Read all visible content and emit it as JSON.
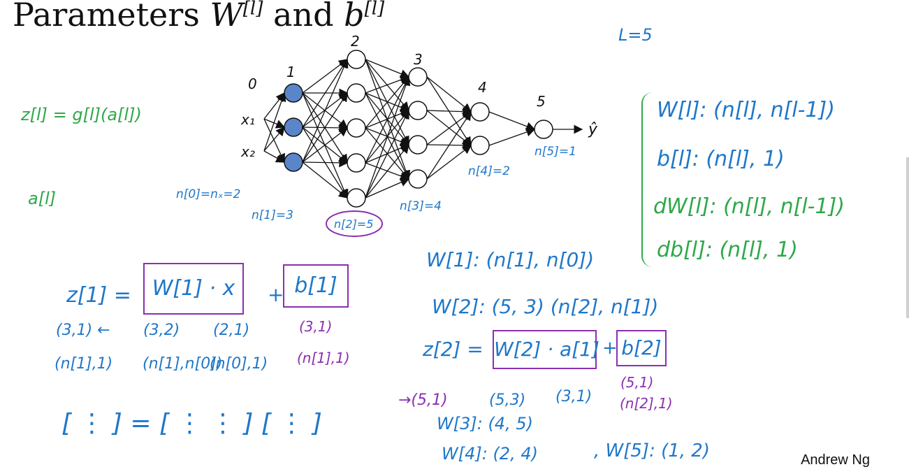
{
  "title": {
    "text": "Parameters",
    "w": "W",
    "sup": "[l]",
    "and": "and",
    "b": "b"
  },
  "author": "Andrew Ng",
  "network": {
    "layer_labels": [
      "0",
      "1",
      "2",
      "3",
      "4",
      "5"
    ],
    "inputs": [
      "x₁",
      "x₂"
    ],
    "output": "ŷ",
    "notes": [
      "n[0]=nₓ=2",
      "n[1]=3",
      "n[2]=5",
      "n[3]=4",
      "n[4]=2",
      "n[5]=1"
    ]
  },
  "top_right": "L=5",
  "left_notes": [
    "z[l] = g[l](a[l])",
    "a[l]"
  ],
  "dims": [
    "W[l]: (n[l], n[l-1])",
    "b[l]: (n[l], 1)",
    "dW[l]: (n[l], n[l-1])",
    "db[l]: (n[l], 1)"
  ],
  "eq1": {
    "lhs": "z[1] =",
    "term1": "W[1] · x",
    "plus": "+",
    "term2": "b[1]",
    "shapes": [
      "(3,1) ←",
      "(3,2)",
      "(2,1)",
      "(3,1)"
    ],
    "dims": [
      "(n[1],1)",
      "(n[1],n[0])",
      "(n[0],1)",
      "(n[1],1)"
    ],
    "matrix": "[ ⋮ ] = [ ⋮ ⋮ ] [ ⋮ ]"
  },
  "eq2": {
    "w1": "W[1]: (n[1], n[0])",
    "w2": "W[2]: (5, 3)   (n[2], n[1])",
    "lhs": "z[2] =",
    "term1": "W[2] · a[1]",
    "plus": "+",
    "term2": "b[2]",
    "shapes": [
      "→(5,1)",
      "(5,3)",
      "(3,1)",
      "(5,1)"
    ],
    "extra": "(n[2],1)",
    "w3": "W[3]: (4, 5)",
    "w4": "W[4]: (2, 4)",
    "w5": ",   W[5]: (1, 2)"
  },
  "colors": {
    "green": "#2ea84a",
    "blue": "#1f77c9",
    "purple": "#8a2fb0",
    "ink": "#111111"
  }
}
